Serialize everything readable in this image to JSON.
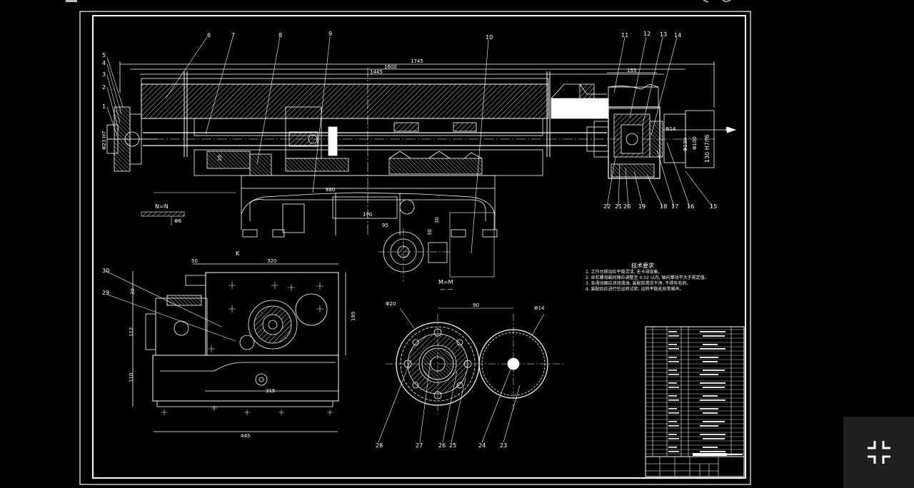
{
  "drawing": {
    "dimensions": {
      "d1745": "1745",
      "d1600": "1600",
      "d1445": "1445",
      "d155": "155",
      "d20": "20",
      "d880": "880",
      "d170": "170",
      "d95": "95",
      "d30a": "30",
      "d30b": "30",
      "d50": "50",
      "d320": "320",
      "d195": "195",
      "d112": "112",
      "d30c": "30",
      "d110": "110",
      "d315": "315",
      "d445": "445",
      "d90": "90",
      "phi20": "Φ20",
      "phi14a": "Φ14",
      "phi14b": "Φ14",
      "phi130": "Φ130",
      "phi100": "Φ100",
      "d130h7": "130 H7/f6",
      "phi23": "Φ23 H7"
    },
    "views": {
      "nn": "N=N",
      "mm": "M=M",
      "k_view": "K",
      "k_arrow": "K",
      "scale_nn": "Φ6"
    },
    "callouts": {
      "c1": "1",
      "c2": "2",
      "c3": "3",
      "c4": "4",
      "c5": "5",
      "c6": "6",
      "c7": "7",
      "c8": "8",
      "c9": "9",
      "c10": "10",
      "c11": "11",
      "c12": "12",
      "c13": "13",
      "c14": "14",
      "c15": "15",
      "c16": "16",
      "c17": "17",
      "c18": "18",
      "c19": "19",
      "c20": "20",
      "c21": "21",
      "c22": "22",
      "c23": "23",
      "c24": "24",
      "c25": "25",
      "c26": "26",
      "c27": "27",
      "c28": "28",
      "c29": "29",
      "c30": "30"
    },
    "tech_requirements": {
      "title": "技术要求",
      "items": [
        "1. 工作台移动应平稳灵活, 无卡滞现象。",
        "2. 丝杠螺母副间隙应调整至 0.02 以内, 轴向窜动不大于规定值。",
        "3. 各滑动面应涂润滑油, 装配前清洗干净, 不得有毛刺。",
        "4. 装配后应进行空运转试验, 运转平稳无异常噪声。"
      ]
    }
  },
  "viewer": {
    "exit_fullscreen_icon": "exit-fullscreen-icon",
    "colors": {
      "background": "#000000",
      "lines": "#ffffff",
      "button_bg": "#1f1f1f"
    }
  }
}
